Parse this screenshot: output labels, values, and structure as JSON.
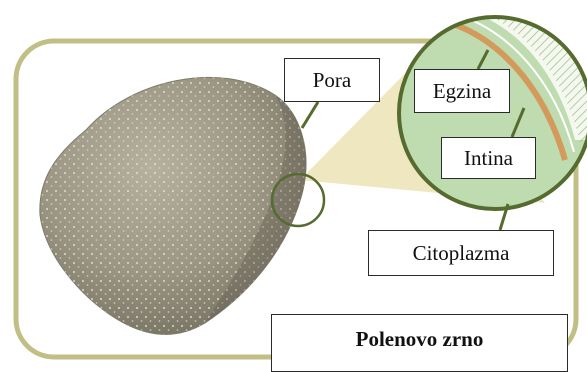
{
  "labels": {
    "pora": "Pora",
    "egzina": "Egzina",
    "intina": "Intina",
    "citoplazma": "Citoplazma",
    "title": "Polenovo zrno"
  },
  "colors": {
    "frame": "#c1bf86",
    "zoom_cone": "#ece3b4",
    "cytoplasm": "#bfdcb0",
    "exine": "#f4f8ee",
    "intine": "#d49a5c",
    "grain": "#9a9582",
    "leader": "#556b2f"
  }
}
